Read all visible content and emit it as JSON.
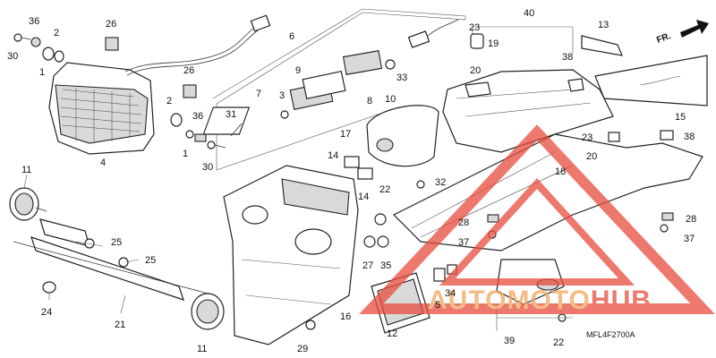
{
  "diagram": {
    "code": "MFL4F2700A",
    "direction_marker": "FR.",
    "labels": [
      {
        "id": "p30a",
        "text": "30"
      },
      {
        "id": "p36a",
        "text": "36"
      },
      {
        "id": "p2a",
        "text": "2"
      },
      {
        "id": "p26a",
        "text": "26"
      },
      {
        "id": "p1a",
        "text": "1"
      },
      {
        "id": "p4",
        "text": "4"
      },
      {
        "id": "p26b",
        "text": "26"
      },
      {
        "id": "p2b",
        "text": "2"
      },
      {
        "id": "p36b",
        "text": "36"
      },
      {
        "id": "p1b",
        "text": "1"
      },
      {
        "id": "p30b",
        "text": "30"
      },
      {
        "id": "p6",
        "text": "6"
      },
      {
        "id": "p9",
        "text": "9"
      },
      {
        "id": "p7",
        "text": "7"
      },
      {
        "id": "p3",
        "text": "3"
      },
      {
        "id": "p31",
        "text": "31"
      },
      {
        "id": "p8",
        "text": "8"
      },
      {
        "id": "p10",
        "text": "10"
      },
      {
        "id": "p33",
        "text": "33"
      },
      {
        "id": "p23a",
        "text": "23"
      },
      {
        "id": "p40",
        "text": "40"
      },
      {
        "id": "p19",
        "text": "19"
      },
      {
        "id": "p13",
        "text": "13"
      },
      {
        "id": "p20a",
        "text": "20"
      },
      {
        "id": "p38a",
        "text": "38"
      },
      {
        "id": "p15",
        "text": "15"
      },
      {
        "id": "p17",
        "text": "17"
      },
      {
        "id": "p23b",
        "text": "23"
      },
      {
        "id": "p38b",
        "text": "38"
      },
      {
        "id": "p20b",
        "text": "20"
      },
      {
        "id": "p18",
        "text": "18"
      },
      {
        "id": "p11a",
        "text": "11"
      },
      {
        "id": "p14a",
        "text": "14"
      },
      {
        "id": "p14b",
        "text": "14"
      },
      {
        "id": "p22a",
        "text": "22"
      },
      {
        "id": "p32",
        "text": "32"
      },
      {
        "id": "p25a",
        "text": "25"
      },
      {
        "id": "p25b",
        "text": "25"
      },
      {
        "id": "p28a",
        "text": "28"
      },
      {
        "id": "p28b",
        "text": "28"
      },
      {
        "id": "p37a",
        "text": "37"
      },
      {
        "id": "p37b",
        "text": "37"
      },
      {
        "id": "p27",
        "text": "27"
      },
      {
        "id": "p35",
        "text": "35"
      },
      {
        "id": "p24",
        "text": "24"
      },
      {
        "id": "p21",
        "text": "21"
      },
      {
        "id": "p16",
        "text": "16"
      },
      {
        "id": "p34",
        "text": "34"
      },
      {
        "id": "p5",
        "text": "5"
      },
      {
        "id": "p12",
        "text": "12"
      },
      {
        "id": "p11b",
        "text": "11"
      },
      {
        "id": "p29",
        "text": "29"
      },
      {
        "id": "p39",
        "text": "39"
      },
      {
        "id": "p22b",
        "text": "22"
      }
    ]
  },
  "watermark": {
    "text_prefix": "AUTOMOTO",
    "text_suffix": "HUB",
    "color_primary": "#e84c3d",
    "color_secondary": "#f0a860"
  }
}
